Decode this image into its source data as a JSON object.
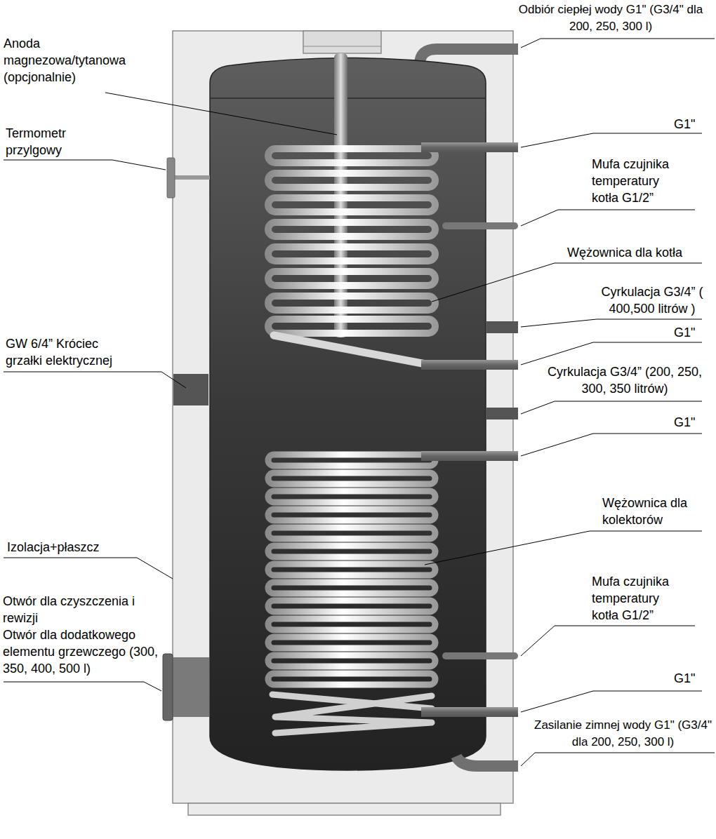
{
  "diagram": {
    "labels": [
      "Anoda magnezowa/tytanowa (opcjonalnie)",
      "Odbiór ciepłej wody G1\" (G3/4\" dla 200, 250, 300 l)",
      "G1\"",
      "Termometr przylgowy",
      "Mufa czujnika temperatury kotła G1/2”",
      "Wężownica dla kotła",
      "Cyrkulacja G3/4” ( 400,500 litrów )",
      "G1\"",
      "GW 6/4” Króciec grzałki elektrycznej",
      "Cyrkulacja G3/4” (200, 250, 300, 350 litrów)",
      "G1\"",
      "Wężownica dla kolektorów",
      "Izolacja+płaszcz",
      "Mufa czujnika temperatury kotła G1/2”",
      "Otwór dla czyszczenia i rewizji",
      "Otwór dla dodatkowego elementu grzewczego (300, 350, 400, 500 l)",
      "G1\"",
      "Zasilanie zimnej wody G1\" (G3/4\" dla 200, 250, 300 l)"
    ]
  }
}
